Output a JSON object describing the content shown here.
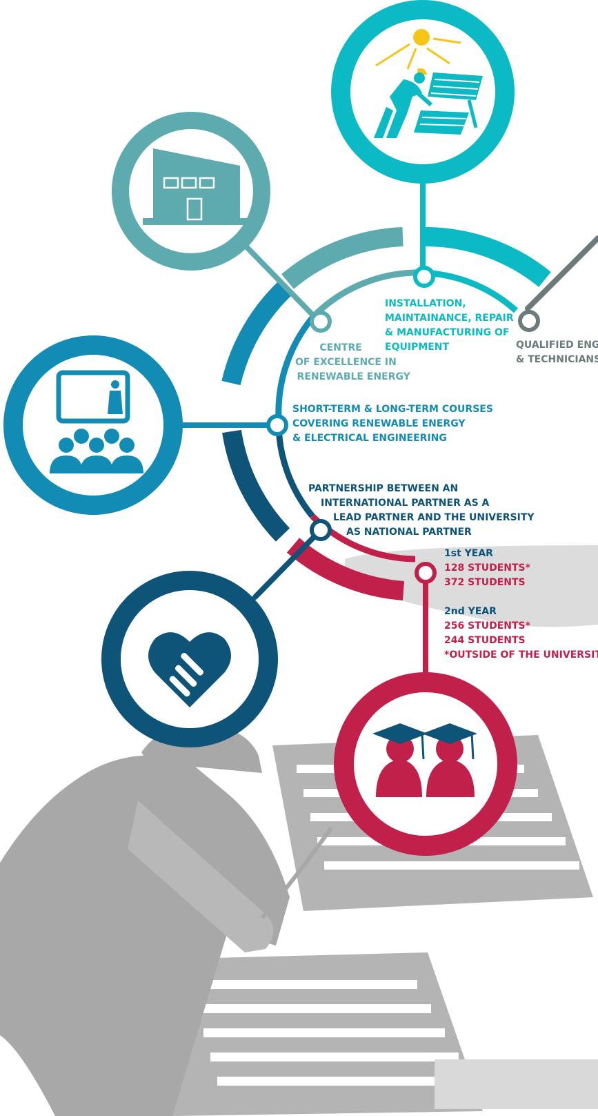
{
  "colors": {
    "teal": "#5EABAF",
    "cyan": "#0BBAC4",
    "slate": "#6B7B7B",
    "blue": "#128BB5",
    "navy": "#0D5478",
    "crimson": "#C0204A",
    "sun": "#F5C518",
    "grey": "#A8A8A8",
    "light_grey": "#D9D9D9"
  },
  "nodes": {
    "installation": {
      "icon": "solar-technician-icon",
      "lines": [
        "INSTALLATION,",
        "MAINTAINANCE, REPAIR",
        "& MANUFACTURING OF",
        "EQUIPMENT"
      ]
    },
    "centre": {
      "icon": "building-icon",
      "lines": [
        "CENTRE",
        "OF EXCELLENCE IN",
        "RENEWABLE ENERGY"
      ]
    },
    "qualified": {
      "icon": "engineer-icon",
      "lines": [
        "QUALIFIED ENGINEERS",
        "& TECHNICIANS"
      ]
    },
    "courses": {
      "icon": "classroom-icon",
      "lines": [
        "SHORT-TERM & LONG-TERM  COURSES",
        "COVERING RENEWABLE ENERGY",
        "& ELECTRICAL ENGINEERING"
      ]
    },
    "partnership": {
      "icon": "handshake-icon",
      "lines": [
        "PARTNERSHIP BETWEEN AN",
        "INTERNATIONAL PARTNER AS A",
        "LEAD PARTNER AND THE UNIVERSITY",
        "AS NATIONAL PARTNER"
      ]
    },
    "students": {
      "icon": "graduates-icon",
      "year1": {
        "title": "1st YEAR",
        "outside": "128 STUDENTS*",
        "inside": "372 STUDENTS"
      },
      "year2": {
        "title": "2nd YEAR",
        "outside": "256 STUDENTS*",
        "inside": "244 STUDENTS"
      },
      "footnote": "*OUTSIDE OF THE UNIVERSITY"
    }
  }
}
